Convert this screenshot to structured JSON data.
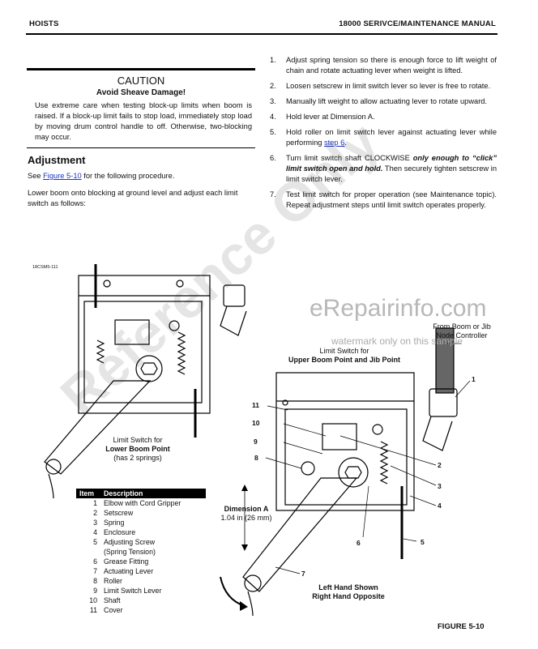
{
  "header": {
    "left": "HOISTS",
    "right": "18000 SERIVCE/MAINTENANCE MANUAL"
  },
  "caution": {
    "title": "CAUTION",
    "subtitle": "Avoid Sheave Damage!",
    "body": "Use extreme care when testing block-up limits when boom is raised. If a block-up limit fails to stop load, immediately stop load by moving drum control handle to off. Otherwise, two-blocking may occur."
  },
  "adjustment": {
    "title": "Adjustment",
    "see_pre": "See ",
    "see_link": "Figure 5-10",
    "see_post": " for the following procedure.",
    "intro": "Lower boom onto blocking at ground level and adjust each limit switch as follows:"
  },
  "steps": [
    {
      "n": "1.",
      "text": "Adjust spring tension so there is enough force to lift weight of chain and rotate actuating lever when weight is lifted."
    },
    {
      "n": "2.",
      "text": "Loosen setscrew in limit switch lever so lever is free to rotate."
    },
    {
      "n": "3.",
      "text": "Manually lift weight to allow actuating lever to rotate upward."
    },
    {
      "n": "4.",
      "text": "Hold lever at Dimension A."
    },
    {
      "n": "5.",
      "pre": "Hold roller on limit switch lever against actuating lever while performing ",
      "link": "step 6",
      "post": "."
    },
    {
      "n": "6.",
      "pre": "Turn limit switch shaft CLOCKWISE ",
      "em": "only enough to “click” limit switch open and hold.",
      "post": " Then securely tighten setscrew in limit switch lever."
    },
    {
      "n": "7.",
      "text": "Test limit switch for proper operation (see Maintenance topic). Repeat adjustment steps until limit switch operates properly."
    }
  ],
  "figure": {
    "small_code": "18CSM5-111",
    "lower_caption_1": "Limit Switch for",
    "lower_caption_2": "Lower Boom Point",
    "lower_caption_3": "(has 2 springs)",
    "upper_caption_1": "Limit Switch for",
    "upper_caption_2": "Upper Boom Point and Jib Point",
    "from_1": "From Boom or Jib",
    "from_2": "Node Controller",
    "dim_1": "Dimension A",
    "dim_2": "1.04 in (26 mm)",
    "lh_1": "Left Hand Shown",
    "lh_2": "Right Hand Opposite",
    "title": "FIGURE 5-10",
    "callouts": [
      "1",
      "2",
      "3",
      "4",
      "5",
      "6",
      "7",
      "8",
      "9",
      "10",
      "11"
    ]
  },
  "parts_table": {
    "headers": [
      "Item",
      "Description"
    ],
    "rows": [
      [
        "1",
        "Elbow with Cord Gripper"
      ],
      [
        "2",
        "Setscrew"
      ],
      [
        "3",
        "Spring"
      ],
      [
        "4",
        "Enclosure"
      ],
      [
        "5",
        "Adjusting Screw\n(Spring Tension)"
      ],
      [
        "6",
        "Grease Fitting"
      ],
      [
        "7",
        "Actuating Lever"
      ],
      [
        "8",
        "Roller"
      ],
      [
        "9",
        "Limit Switch Lever"
      ],
      [
        "10",
        "Shaft"
      ],
      [
        "11",
        "Cover"
      ]
    ]
  },
  "watermark": {
    "site": "eRepairinfo.com",
    "note": "watermark only on this sample",
    "diagonal": "Reference Only"
  }
}
